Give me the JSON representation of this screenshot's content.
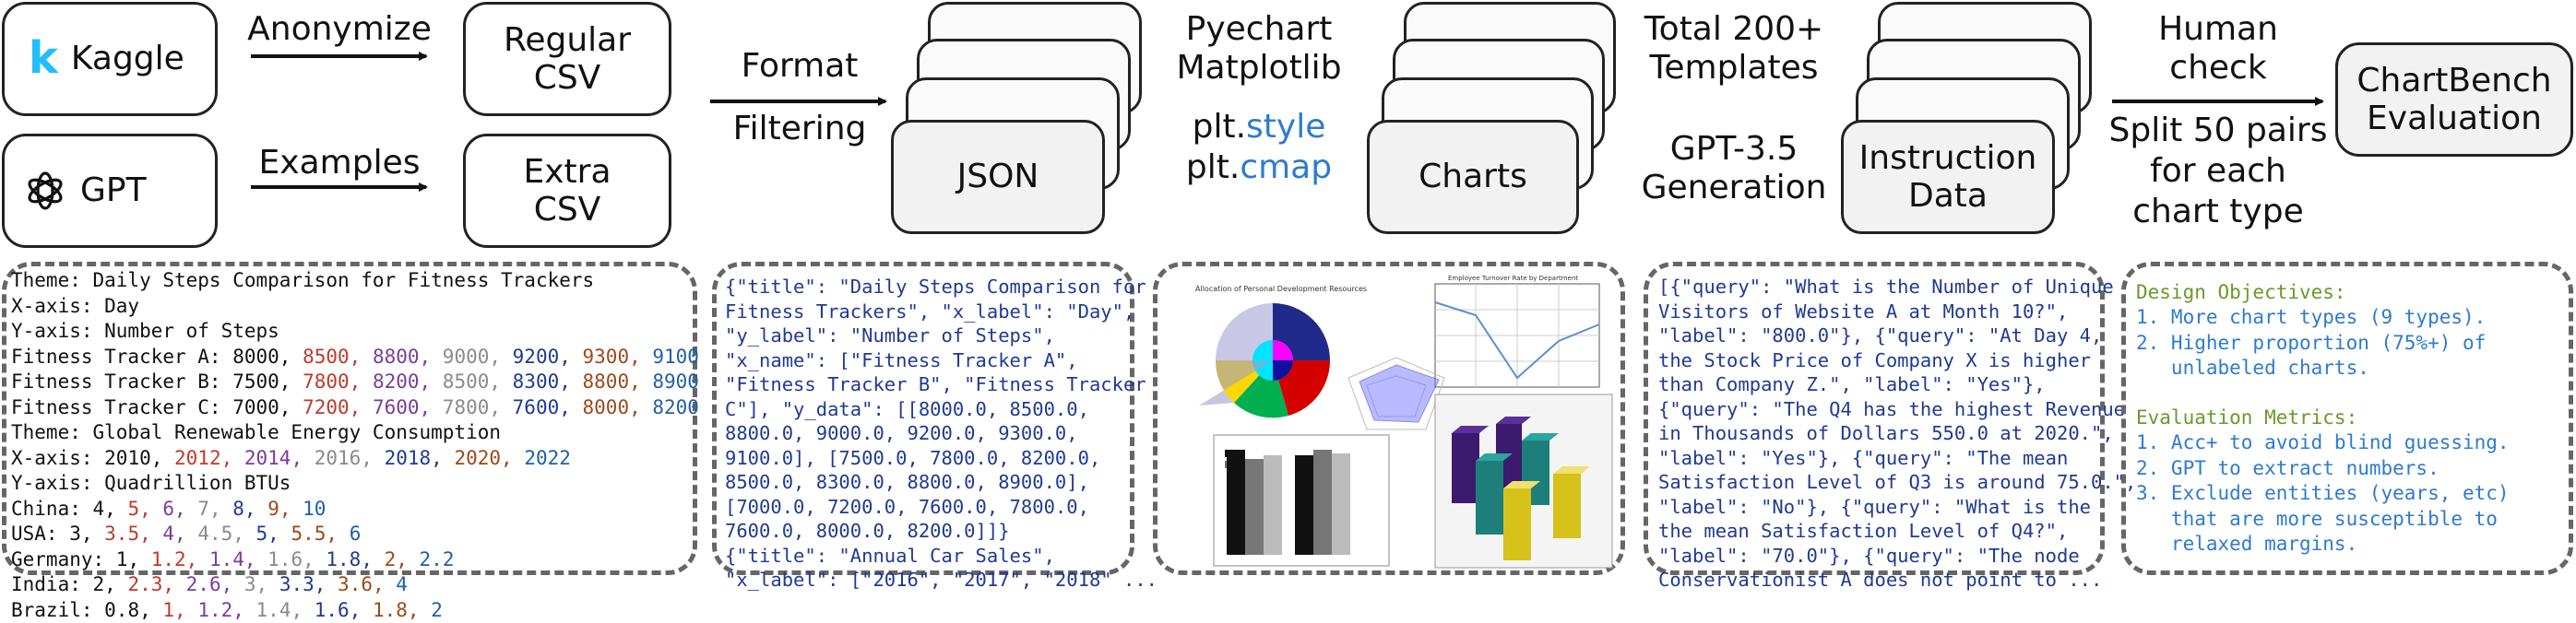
{
  "sources": {
    "kaggle": {
      "name": "Kaggle",
      "logo": "k"
    },
    "gpt": {
      "name": "GPT"
    }
  },
  "steps": {
    "anonymize": "Anonymize",
    "examples": "Examples",
    "format": "Format",
    "filtering": "Filtering",
    "pyechart": "Pyechart",
    "matplotlib": "Matplotlib",
    "plt_style_prefix": "plt.",
    "plt_style_suffix": "style",
    "plt_cmap_prefix": "plt.",
    "plt_cmap_suffix": "cmap",
    "total_templates_line1": "Total 200+",
    "total_templates_line2": "Templates",
    "gpt35_line1": "GPT-3.5",
    "gpt35_line2": "Generation",
    "human_line1": "Human",
    "human_line2": "check",
    "split_line1": "Split 50 pairs",
    "split_line2": "for each",
    "split_line3": "chart type"
  },
  "nodes": {
    "regular_csv": [
      "Regular",
      "CSV"
    ],
    "extra_csv": [
      "Extra",
      "CSV"
    ],
    "json": "JSON",
    "charts": "Charts",
    "instruction": [
      "Instruction",
      "Data"
    ],
    "chartbench": [
      "ChartBench",
      "Evaluation"
    ]
  },
  "csv_panel": {
    "lines": [
      [
        [
          "Theme: Daily Steps Comparison for Fitness Trackers",
          "k"
        ]
      ],
      [
        [
          "X-axis: Day",
          "k"
        ]
      ],
      [
        [
          "Y-axis: Number of Steps",
          "k"
        ]
      ],
      [
        [
          "Fitness Tracker A: ",
          "k"
        ],
        [
          "8000, ",
          "k"
        ],
        [
          "8500, ",
          "r"
        ],
        [
          "8800, ",
          "p"
        ],
        [
          "9000, ",
          "g"
        ],
        [
          "9200, ",
          "n"
        ],
        [
          "9300, ",
          "br"
        ],
        [
          "9100",
          "b"
        ]
      ],
      [
        [
          "Fitness Tracker B: ",
          "k"
        ],
        [
          "7500, ",
          "k"
        ],
        [
          "7800, ",
          "r"
        ],
        [
          "8200, ",
          "p"
        ],
        [
          "8500, ",
          "g"
        ],
        [
          "8300, ",
          "n"
        ],
        [
          "8800, ",
          "br"
        ],
        [
          "8900",
          "b"
        ]
      ],
      [
        [
          "Fitness Tracker C: ",
          "k"
        ],
        [
          "7000, ",
          "k"
        ],
        [
          "7200, ",
          "r"
        ],
        [
          "7600, ",
          "p"
        ],
        [
          "7800, ",
          "g"
        ],
        [
          "7600, ",
          "n"
        ],
        [
          "8000, ",
          "br"
        ],
        [
          "8200",
          "b"
        ]
      ],
      [
        [
          "Theme: Global Renewable Energy Consumption",
          "k"
        ]
      ],
      [
        [
          "X-axis: ",
          "k"
        ],
        [
          "2010, ",
          "k"
        ],
        [
          "2012, ",
          "r"
        ],
        [
          "2014, ",
          "p"
        ],
        [
          "2016, ",
          "g"
        ],
        [
          "2018, ",
          "n"
        ],
        [
          "2020, ",
          "br"
        ],
        [
          "2022",
          "b"
        ]
      ],
      [
        [
          "Y-axis: Quadrillion BTUs",
          "k"
        ]
      ],
      [
        [
          "China: ",
          "k"
        ],
        [
          "4, ",
          "k"
        ],
        [
          "5, ",
          "r"
        ],
        [
          "6, ",
          "p"
        ],
        [
          "7, ",
          "g"
        ],
        [
          "8, ",
          "n"
        ],
        [
          "9, ",
          "br"
        ],
        [
          "10",
          "b"
        ]
      ],
      [
        [
          "USA: ",
          "k"
        ],
        [
          "3, ",
          "k"
        ],
        [
          "3.5, ",
          "r"
        ],
        [
          "4, ",
          "p"
        ],
        [
          "4.5, ",
          "g"
        ],
        [
          "5, ",
          "n"
        ],
        [
          "5.5, ",
          "br"
        ],
        [
          "6",
          "b"
        ]
      ],
      [
        [
          "Germany: ",
          "k"
        ],
        [
          "1, ",
          "k"
        ],
        [
          "1.2, ",
          "r"
        ],
        [
          "1.4, ",
          "p"
        ],
        [
          "1.6, ",
          "g"
        ],
        [
          "1.8, ",
          "n"
        ],
        [
          "2, ",
          "br"
        ],
        [
          "2.2",
          "b"
        ]
      ],
      [
        [
          "India: ",
          "k"
        ],
        [
          "2, ",
          "k"
        ],
        [
          "2.3, ",
          "r"
        ],
        [
          "2.6, ",
          "p"
        ],
        [
          "3, ",
          "g"
        ],
        [
          "3.3, ",
          "n"
        ],
        [
          "3.6, ",
          "br"
        ],
        [
          "4",
          "b"
        ]
      ],
      [
        [
          "Brazil: ",
          "k"
        ],
        [
          "0.8, ",
          "k"
        ],
        [
          "1, ",
          "r"
        ],
        [
          "1.2, ",
          "p"
        ],
        [
          "1.4, ",
          "g"
        ],
        [
          "1.6, ",
          "n"
        ],
        [
          "1.8, ",
          "br"
        ],
        [
          "2",
          "b"
        ]
      ]
    ],
    "colors": {
      "k": "#111111",
      "r": "#c0392b",
      "p": "#7d3c98",
      "g": "#8a8a8a",
      "n": "#1f3a93",
      "br": "#9c4a1a",
      "b": "#1f5fa8"
    }
  },
  "json_panel": {
    "lines": [
      "{\"title\": \"Daily Steps Comparison for",
      "Fitness Trackers\", \"x_label\": \"Day\",",
      "\"y_label\": \"Number of Steps\",",
      "\"x_name\": [\"Fitness Tracker A\",",
      "\"Fitness Tracker B\", \"Fitness Tracker",
      "C\"], \"y_data\": [[8000.0, 8500.0,",
      "8800.0, 9000.0, 9200.0, 9300.0,",
      "9100.0], [7500.0, 7800.0, 8200.0,",
      "8500.0, 8300.0, 8800.0, 8900.0],",
      "[7000.0, 7200.0, 7600.0, 7800.0,",
      "7600.0, 8000.0, 8200.0]]}",
      "{\"title\": \"Annual Car Sales\",",
      "\"x_label\": [\"2016\", \"2017\", \"2018\" ..."
    ]
  },
  "charts_panel": {
    "pie_title": "Allocation of Personal Development Resources",
    "line_title": "Employee Turnover Rate by Department",
    "bar3d_title": "Customer Feedback by Product Feature"
  },
  "instruction_panel": {
    "lines": [
      "[{\"query\": \"What is the Number of Unique",
      "Visitors of Website A at Month 10?\",",
      "\"label\": \"800.0\"}, {\"query\": \"At Day 4,",
      "the Stock Price of Company X is higher",
      "than Company Z.\", \"label\": \"Yes\"},",
      "{\"query\": \"The Q4 has the highest Revenue",
      "in Thousands of Dollars 550.0 at 2020.\",",
      "\"label\": \"Yes\"}, {\"query\": \"The mean",
      "Satisfaction Level of Q3 is around 75.0.\",",
      "\"label\": \"No\"}, {\"query\": \"What is the",
      "the mean Satisfaction Level of Q4?\",",
      "\"label\": \"70.0\"}, {\"query\": \"The node",
      "Conservationist A does not point to ..."
    ]
  },
  "eval_panel": {
    "design_heading": "Design Objectives:",
    "design_items": [
      "1. More chart types (9 types).",
      "2. Higher proportion (75%+) of",
      "   unlabeled charts."
    ],
    "metrics_heading": "Evaluation Metrics:",
    "metrics_items": [
      "1. Acc+ to avoid blind guessing.",
      "2. GPT to extract numbers.",
      "3. Exclude entities (years, etc)",
      "   that are more susceptible to",
      "   relaxed margins."
    ]
  }
}
